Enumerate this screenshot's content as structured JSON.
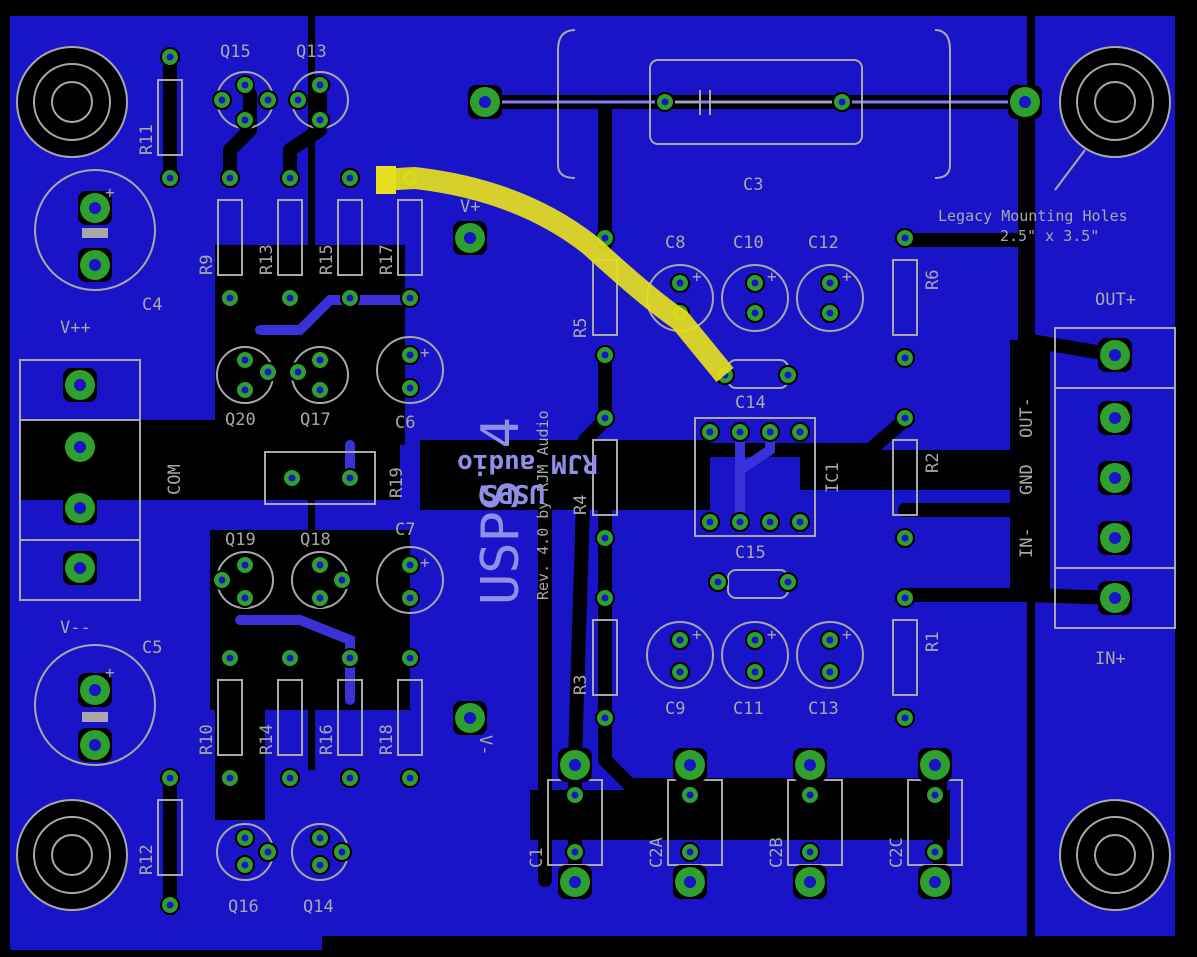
{
  "colors": {
    "background": "#000000",
    "copper": "#1a14c8",
    "trace": "#4a42d6",
    "silk": "#a8a8a8",
    "pad": "#2ea02e",
    "drill": "#1a14c8",
    "jumper": "#e6e01e"
  },
  "board": {
    "title": "USPS 4",
    "revision": "Rev. 4.0 by RJM Audio",
    "mirrored_text": "RJM audio",
    "mirrored_text2": "USPS",
    "mounting_note_line1": "Legacy Mounting Holes",
    "mounting_note_line2": "2.5\" x 3.5\""
  },
  "labels": {
    "q15": "Q15",
    "q13": "Q13",
    "q20": "Q20",
    "q17": "Q17",
    "q19": "Q19",
    "q18": "Q18",
    "q16": "Q16",
    "q14": "Q14",
    "r11": "R11",
    "r9": "R9",
    "r13": "R13",
    "r15": "R15",
    "r17": "R17",
    "r10": "R10",
    "r14": "R14",
    "r16": "R16",
    "r18": "R18",
    "r12": "R12",
    "r19": "R19",
    "r5": "R5",
    "r4": "R4",
    "r3": "R3",
    "r6": "R6",
    "r2": "R2",
    "r1": "R1",
    "c3": "C3",
    "c4": "C4",
    "c5": "C5",
    "c6": "C6",
    "c7": "C7",
    "c8": "C8",
    "c10": "C10",
    "c12": "C12",
    "c9": "C9",
    "c11": "C11",
    "c13": "C13",
    "c14": "C14",
    "c15": "C15",
    "c1": "C1",
    "c2a": "C2A",
    "c2b": "C2B",
    "c2c": "C2C",
    "ic1": "IC1",
    "vpp": "V++",
    "vmm": "V--",
    "com": "COM",
    "vplus": "V+",
    "vminus": "V-",
    "outp": "OUT+",
    "outm": "OUT-",
    "gnd": "GND",
    "inm": "IN-",
    "inp": "IN+"
  }
}
